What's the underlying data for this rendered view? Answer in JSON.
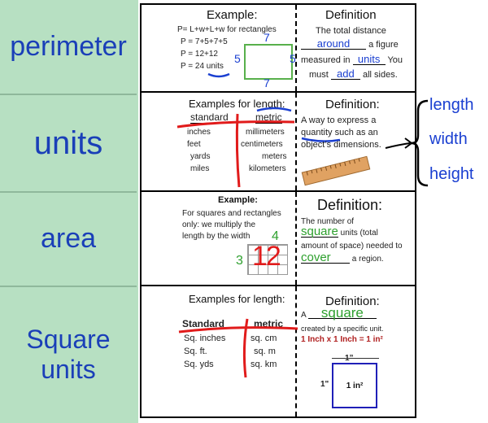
{
  "terms": [
    "perimeter",
    "units",
    "area",
    "Square units"
  ],
  "row1": {
    "example_title": "Example:",
    "formula": "P= L+w+L+w for rectangles",
    "line2": "P = 7+5+7+5",
    "line3": "P = 12+12",
    "line4": "P = 24 units",
    "dim_top": "7",
    "dim_left": "5",
    "dim_right": "5",
    "dim_bottom": "7",
    "def_title": "Definition",
    "def_line1": "The total distance",
    "def_fill1": "around",
    "def_line2": "a figure",
    "def_line3": "measured in",
    "def_fill2": "units",
    "def_line4": "You",
    "def_line5": "must",
    "def_fill3": "add",
    "def_line6": "all sides."
  },
  "row2": {
    "example_title": "Examples for length:",
    "col_standard": "standard",
    "col_metric": "metric",
    "standard": [
      "inches",
      "feet",
      "yards",
      "miles"
    ],
    "metric": [
      "millimeters",
      "centimeters",
      "meters",
      "kilometers"
    ],
    "def_title": "Definition:",
    "def_line1": "A way to express a",
    "def_line2": "quantity such as an",
    "def_line3": "object’s dimensions.",
    "side_labels": [
      "length",
      "width",
      "height"
    ]
  },
  "row3": {
    "example_title": "Example:",
    "line1": "For squares and rectangles",
    "line2": "only: we multiply the",
    "line3": "length by the width",
    "num_top": "4",
    "num_left": "3",
    "result": "12",
    "def_title": "Definition:",
    "def_line1": "The number of",
    "def_fill1": "square",
    "def_line2": "units (total",
    "def_line3": "amount of space) needed to",
    "def_fill2": "cover",
    "def_line4": "a region."
  },
  "row4": {
    "example_title": "Examples for length:",
    "col_standard": "Standard",
    "col_metric": "metric",
    "standard": [
      "Sq. inches",
      "Sq. ft.",
      "Sq. yds"
    ],
    "metric": [
      "sq. cm",
      "sq. m",
      "sq. km"
    ],
    "def_title": "Definition:",
    "def_prefix": "A",
    "def_fill1": "square",
    "def_line2": "created by a specific unit.",
    "formula": "1 Inch x 1 Inch = 1 in²",
    "dim_top": "1”",
    "dim_left": "1\"",
    "inner": "1 in²"
  },
  "colors": {
    "term_bg": "#b7e0c2",
    "term_text": "#1a3fb8",
    "ink_blue": "#1a3fd1",
    "ink_red": "#e11b1b",
    "ink_green": "#2ea02e",
    "ruler": "#e0a262"
  }
}
